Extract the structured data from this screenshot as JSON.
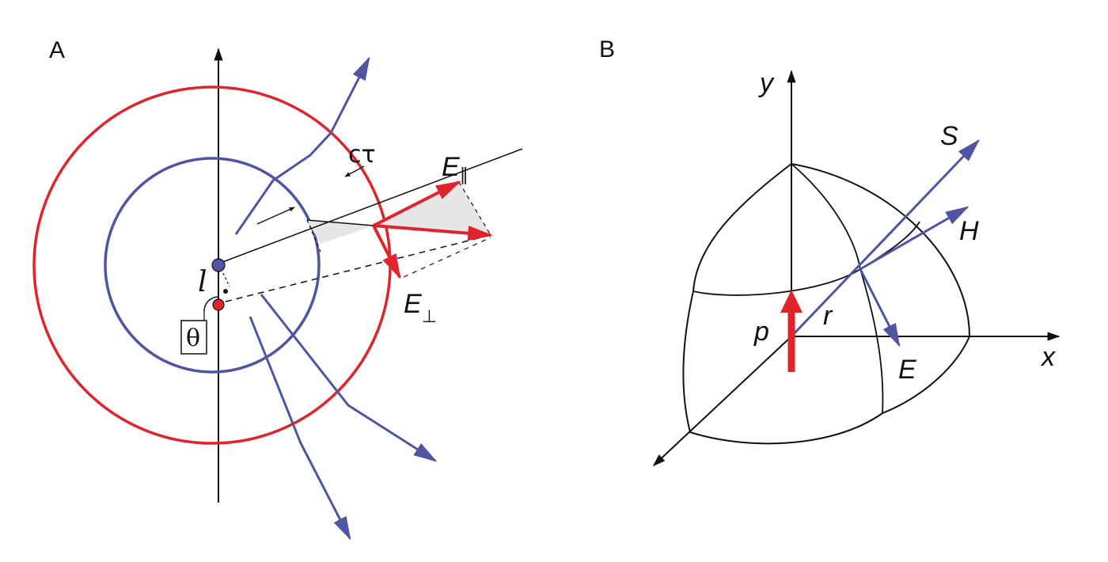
{
  "panels": {
    "a": {
      "label": "A",
      "c_tau": "cτ",
      "e_parallel": {
        "main": "E",
        "sub": "∥"
      },
      "e_perp": {
        "main": "E",
        "sub": "⊥"
      },
      "l_symbol": "l",
      "theta": "θ"
    },
    "b": {
      "label": "B",
      "axis_y": "y",
      "axis_x": "x",
      "s": "S",
      "h": "H",
      "e": "E",
      "p": "p",
      "r": "r"
    }
  },
  "colors": {
    "red": "#e0242b",
    "blue": "#4f55a3",
    "black": "#111111",
    "gray_fill": "#e6e6e6"
  }
}
